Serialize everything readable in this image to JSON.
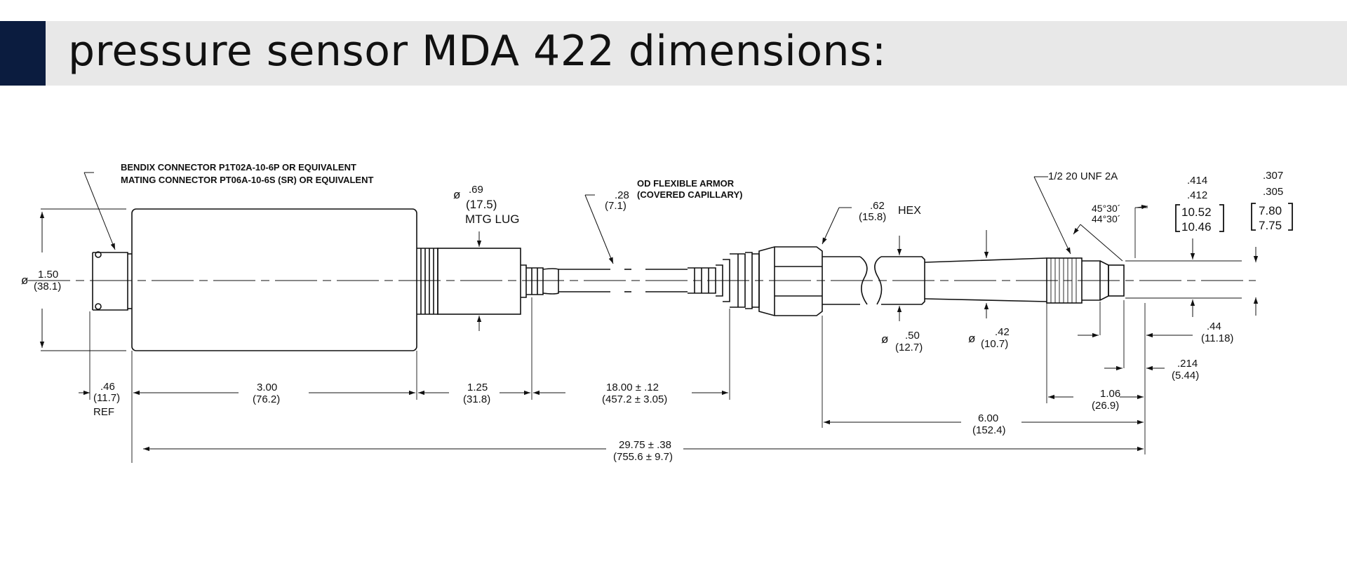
{
  "title": "pressure sensor MDA 422 dimensions:",
  "notes": {
    "connector_line1": "BENDIX CONNECTOR P1T02A-10-6P OR EQUIVALENT",
    "connector_line2": "MATING CONNECTOR PT06A-10-6S (SR) OR EQUIVALENT",
    "armor_line1": "OD FLEXIBLE ARMOR",
    "armor_line2": "(COVERED CAPILLARY)",
    "thread": "1/2 20 UNF 2A",
    "hex": "HEX",
    "mtg_lug": "MTG LUG"
  },
  "dimensions": {
    "body_dia_in": "1.50",
    "body_dia_mm": "(38.1)",
    "lug_dia_in": ".69",
    "lug_dia_mm": "(17.5)",
    "armor_in": ".28",
    "armor_mm": "(7.1)",
    "hex_in": ".62",
    "hex_mm": "(15.8)",
    "ref_in": ".46",
    "ref_mm": "(11.7)",
    "ref_label": "REF",
    "body_len_in": "3.00",
    "body_len_mm": "(76.2)",
    "lug_len_in": "1.25",
    "lug_len_mm": "(31.8)",
    "cap_len_in": "18.00 ± .12",
    "cap_len_mm": "(457.2 ± 3.05)",
    "stem_dia_in": ".50",
    "stem_dia_mm": "(12.7)",
    "neck_dia_in": ".42",
    "neck_dia_mm": "(10.7)",
    "angle1": "45°30´",
    "angle2": "44°30´",
    "d414": ".414",
    "d412": ".412",
    "d1052": "10.52",
    "d1046": "10.46",
    "d307": ".307",
    "d305": ".305",
    "d780": "7.80",
    "d775": "7.75",
    "tip_in": ".44",
    "tip_mm": "(11.18)",
    "tip2_in": ".214",
    "tip2_mm": "(5.44)",
    "thread_len_in": "1.06",
    "thread_len_mm": "(26.9)",
    "fit_len_in": "6.00",
    "fit_len_mm": "(152.4)",
    "total_in": "29.75 ± .38",
    "total_mm": "(755.6 ± 9.7)"
  },
  "colors": {
    "accent": "#0b1c3f",
    "header_bg": "#e8e8e8",
    "line": "#111111"
  }
}
